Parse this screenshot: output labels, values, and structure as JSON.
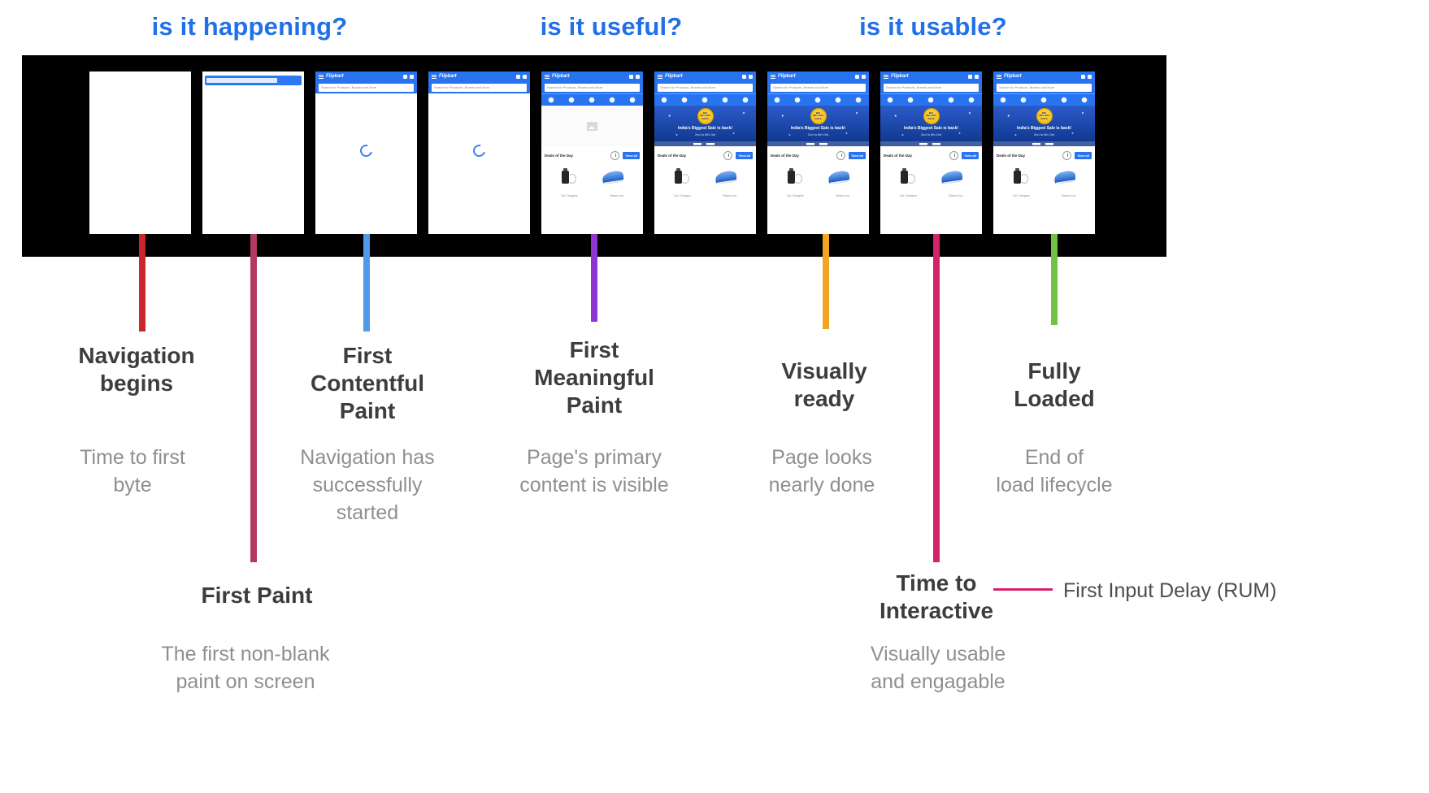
{
  "questions": [
    {
      "label": "is it happening?"
    },
    {
      "label": "is it useful?"
    },
    {
      "label": "is it usable?"
    }
  ],
  "colors": {
    "question_blue": "#2170e8"
  },
  "filmstrip": {
    "logo": "Flipkart",
    "search": "Search for Products, Brands and More",
    "badge": "BIG\nBILLION\nDAYS",
    "banner_title": "India's Biggest Sale is back!",
    "banner_dates": "2nd to 6th Oct",
    "deals_title": "Deals of the Day",
    "view_all": "View all",
    "caption_left": "Car Chargers",
    "caption_right": "Steam Iron"
  },
  "markers": [
    {
      "id": "navigation-begins",
      "title": "Navigation\nbegins",
      "description": "Time to first\nbyte",
      "color": "#c9252d"
    },
    {
      "id": "first-paint",
      "title": "First Paint",
      "description": "The first non-blank\npaint on screen",
      "color": "#b13a63"
    },
    {
      "id": "first-contentful-paint",
      "title": "First\nContentful\nPaint",
      "description": "Navigation has\nsuccessfully\nstarted",
      "color": "#4f9be8"
    },
    {
      "id": "first-meaningful-paint",
      "title": "First\nMeaningful\nPaint",
      "description": "Page's primary\ncontent is visible",
      "color": "#8f35d2"
    },
    {
      "id": "visually-ready",
      "title": "Visually\nready",
      "description": "Page looks\nnearly done",
      "color": "#f2a51f"
    },
    {
      "id": "time-to-interactive",
      "title": "Time to\nInteractive",
      "description": "Visually usable\nand engagable",
      "color": "#d6226b"
    },
    {
      "id": "fully-loaded",
      "title": "Fully\nLoaded",
      "description": "End of\nload lifecycle",
      "color": "#74bf44"
    }
  ],
  "fid": {
    "label": "First Input Delay (RUM)",
    "color": "#d6226b"
  }
}
